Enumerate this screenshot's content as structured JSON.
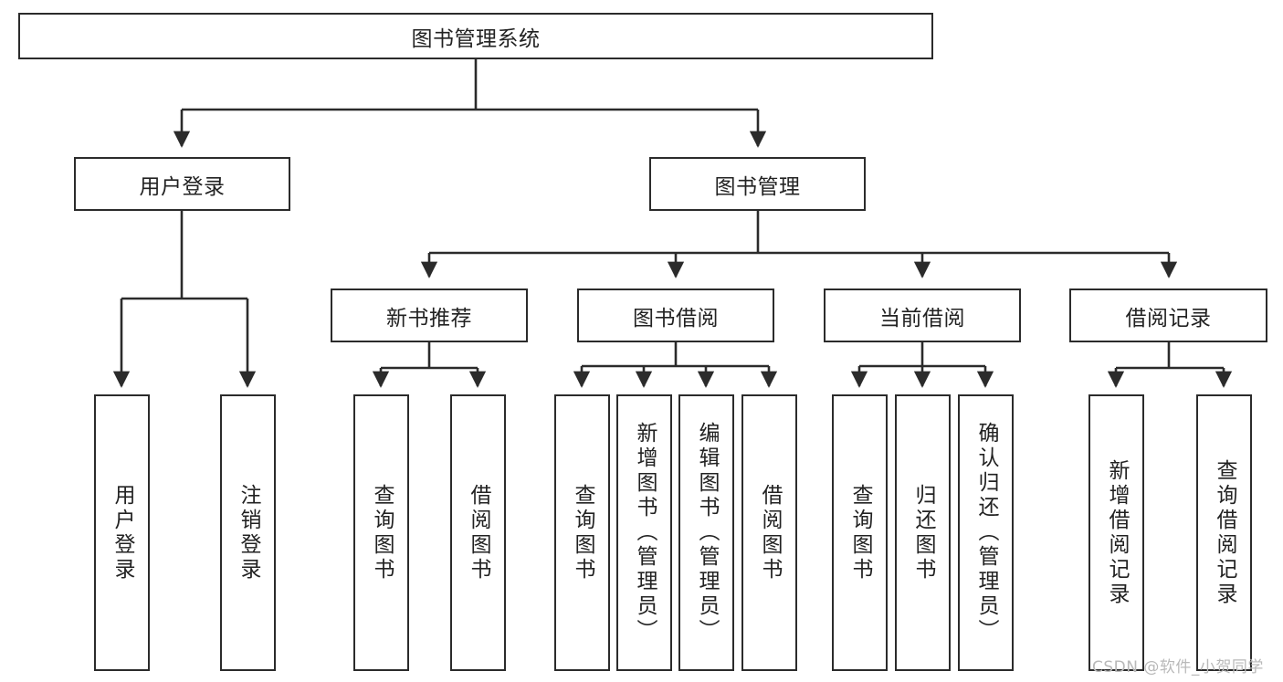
{
  "diagram": {
    "type": "tree",
    "title": "图书管理系统",
    "watermark": "CSDN @软件_小贺同学",
    "colors": {
      "box_border": "#2b2b2b",
      "box_fill": "#ffffff",
      "connector": "#2b2b2b",
      "text": "#222222",
      "watermark": "#b9b9b9",
      "background": "#ffffff"
    },
    "root": {
      "label": "图书管理系统",
      "orientation": "horizontal"
    },
    "level2": [
      {
        "label": "用户登录",
        "orientation": "horizontal"
      },
      {
        "label": "图书管理",
        "orientation": "horizontal"
      }
    ],
    "level3": [
      {
        "label": "新书推荐",
        "orientation": "horizontal",
        "parent": "图书管理"
      },
      {
        "label": "图书借阅",
        "orientation": "horizontal",
        "parent": "图书管理"
      },
      {
        "label": "当前借阅",
        "orientation": "horizontal",
        "parent": "图书管理"
      },
      {
        "label": "借阅记录",
        "orientation": "horizontal",
        "parent": "图书管理"
      }
    ],
    "leaves": {
      "user_login": [
        {
          "label": "用户登录",
          "orientation": "vertical"
        },
        {
          "label": "注销登录",
          "orientation": "vertical"
        }
      ],
      "new_book_recommend": [
        {
          "label": "查询图书",
          "orientation": "vertical"
        },
        {
          "label": "借阅图书",
          "orientation": "vertical"
        }
      ],
      "book_borrow": [
        {
          "label": "查询图书",
          "orientation": "vertical"
        },
        {
          "label": "新增图书（管理员）",
          "orientation": "vertical"
        },
        {
          "label": "编辑图书（管理员）",
          "orientation": "vertical"
        },
        {
          "label": "借阅图书",
          "orientation": "vertical"
        }
      ],
      "current_borrow": [
        {
          "label": "查询图书",
          "orientation": "vertical"
        },
        {
          "label": "归还图书",
          "orientation": "vertical"
        },
        {
          "label": "确认归还（管理员）",
          "orientation": "vertical"
        }
      ],
      "borrow_record": [
        {
          "label": "新增借阅记录",
          "orientation": "vertical"
        },
        {
          "label": "查询借阅记录",
          "orientation": "vertical"
        }
      ]
    }
  }
}
